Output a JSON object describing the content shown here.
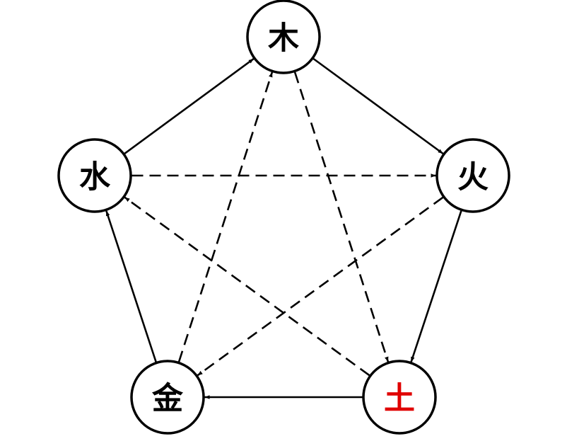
{
  "nodes": [
    {
      "id": "wood",
      "label": "木",
      "color": "#000000"
    },
    {
      "id": "fire",
      "label": "火",
      "color": "#000000"
    },
    {
      "id": "earth",
      "label": "土",
      "color": "#e00000"
    },
    {
      "id": "metal",
      "label": "金",
      "color": "#000000"
    },
    {
      "id": "water",
      "label": "水",
      "color": "#000000"
    }
  ],
  "edges": [
    {
      "from": "wood",
      "to": "fire",
      "style": "solid"
    },
    {
      "from": "fire",
      "to": "earth",
      "style": "solid"
    },
    {
      "from": "earth",
      "to": "metal",
      "style": "solid"
    },
    {
      "from": "metal",
      "to": "water",
      "style": "solid"
    },
    {
      "from": "water",
      "to": "wood",
      "style": "solid"
    },
    {
      "from": "wood",
      "to": "earth",
      "style": "dashed"
    },
    {
      "from": "earth",
      "to": "water",
      "style": "dashed"
    },
    {
      "from": "water",
      "to": "fire",
      "style": "dashed"
    },
    {
      "from": "fire",
      "to": "metal",
      "style": "dashed"
    },
    {
      "from": "metal",
      "to": "wood",
      "style": "dashed"
    }
  ]
}
